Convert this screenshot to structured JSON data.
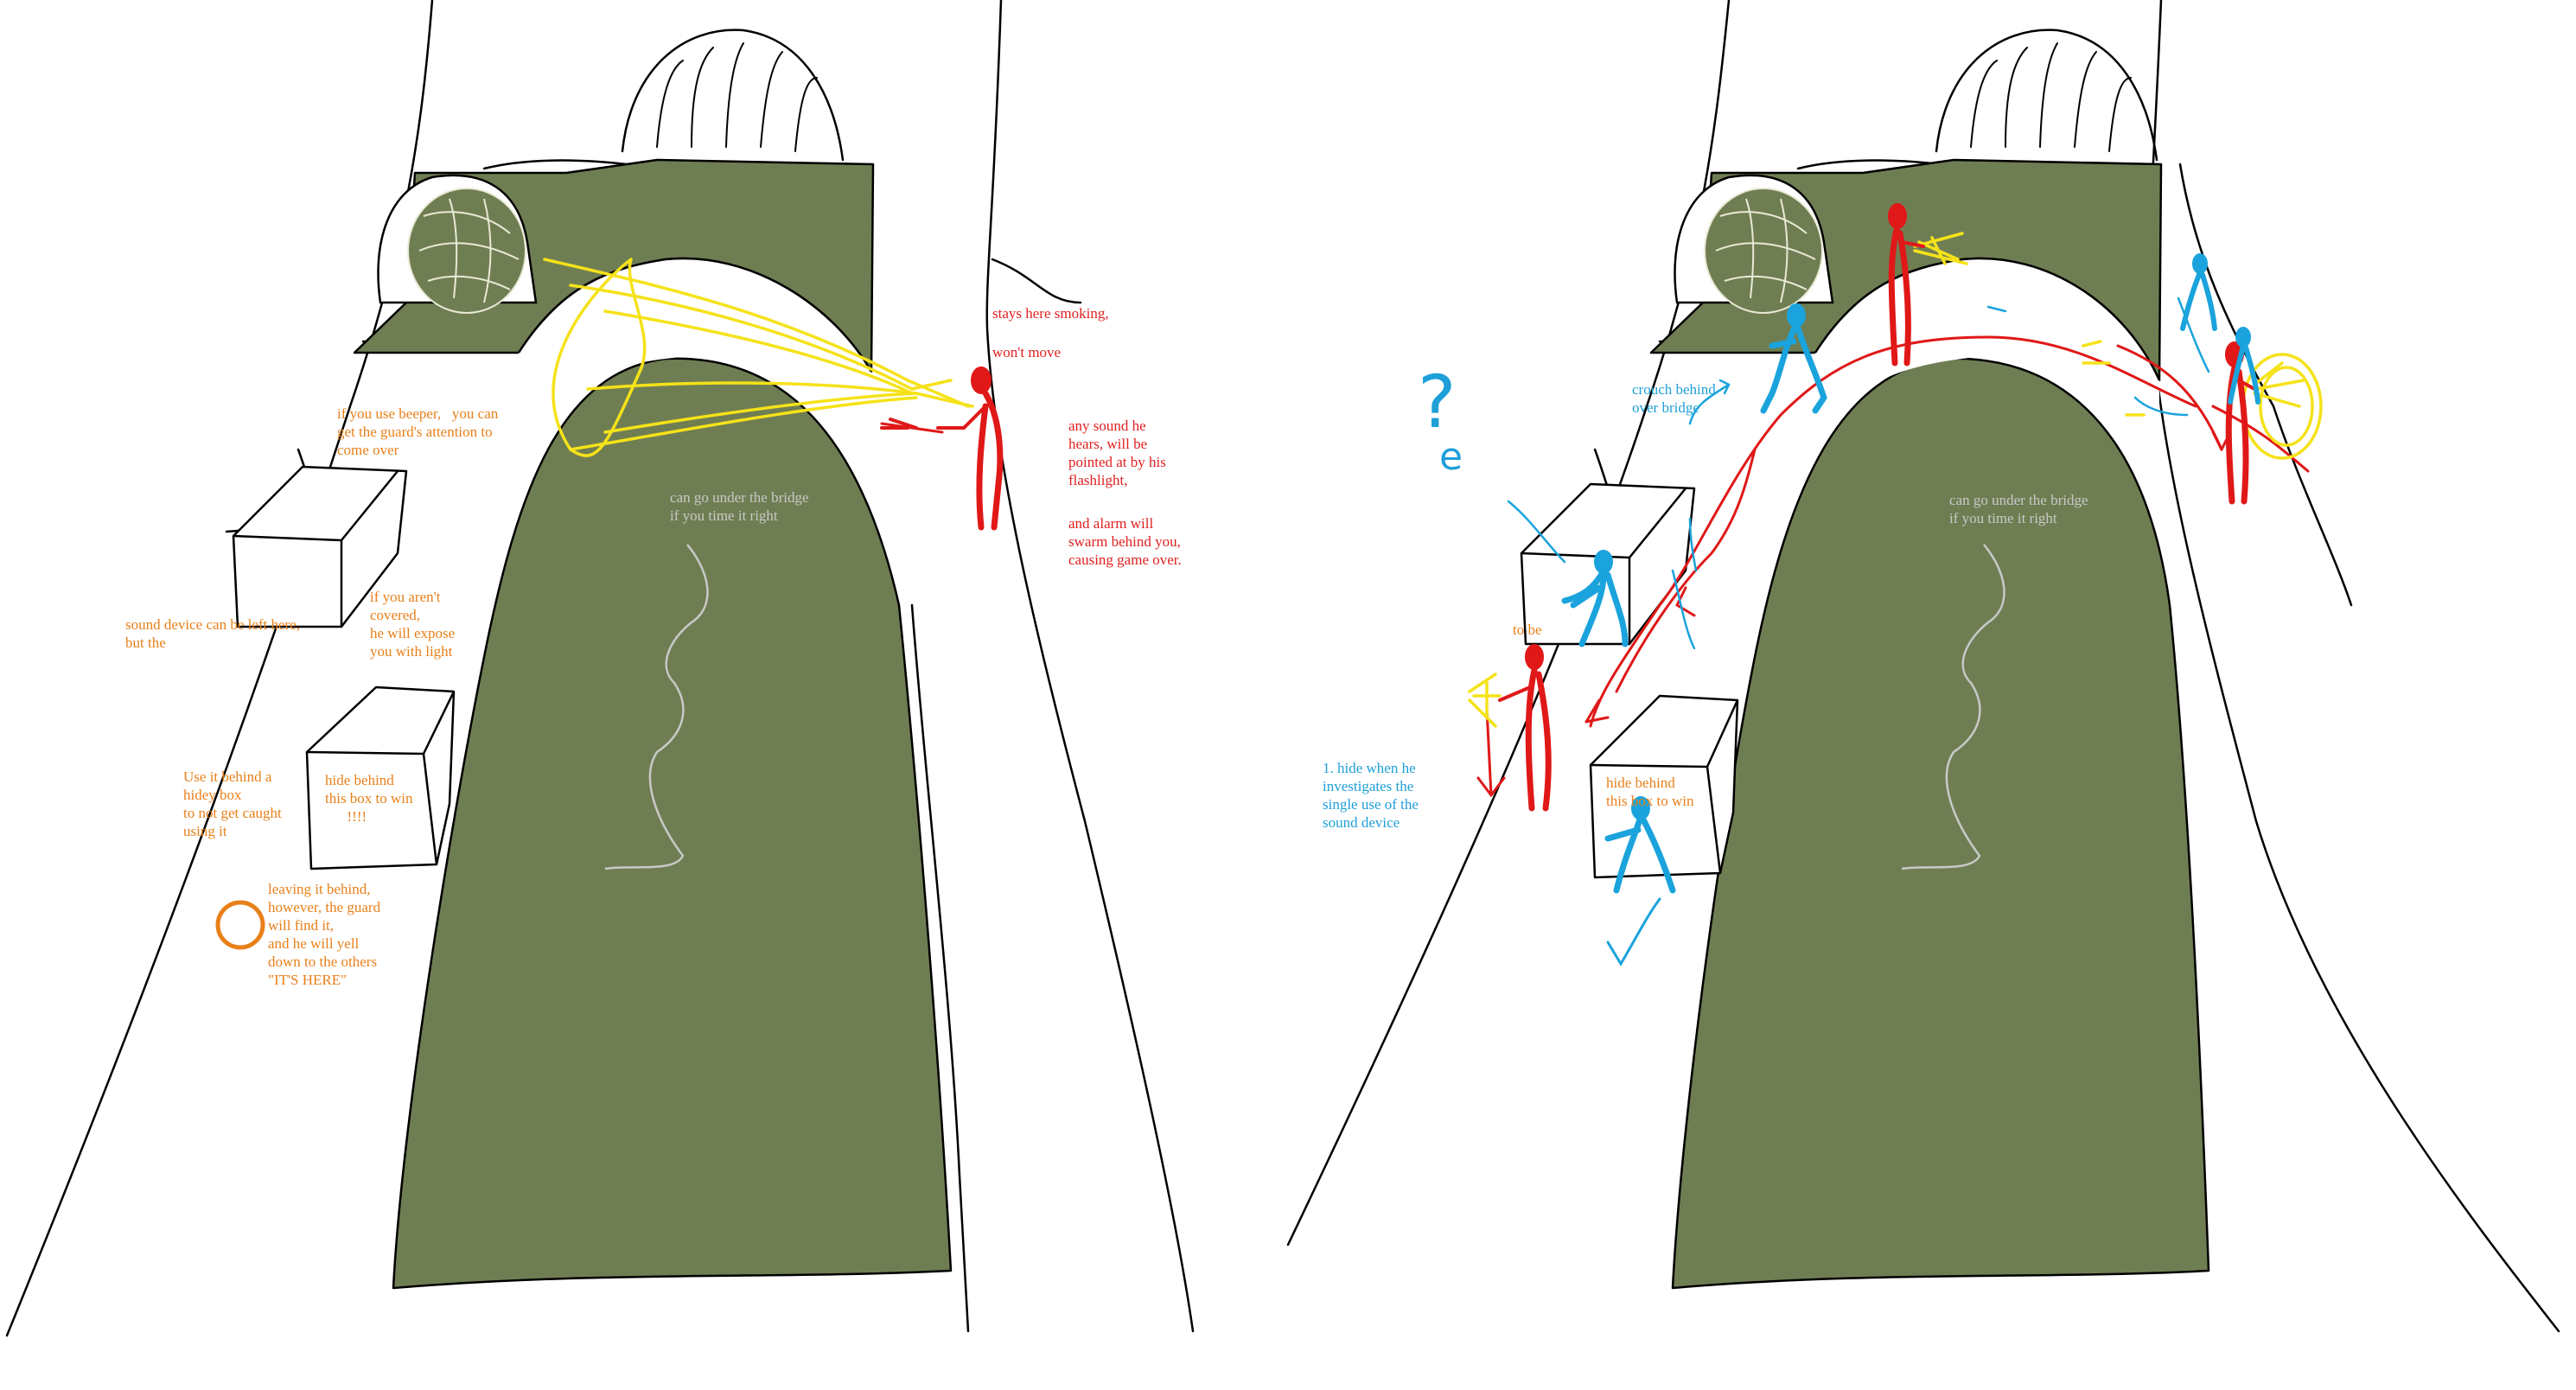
{
  "colors": {
    "background": "#ffffff",
    "ink": "#000000",
    "grass": "#6f7e52",
    "orange_note": "#e8801a",
    "red_note": "#e02020",
    "grey_note": "#c8c8c8",
    "blue_note": "#1e9fd8",
    "guard_red": "#e01818",
    "player_blue": "#1aa3dc",
    "flashlight_yellow": "#f5e21a"
  },
  "left_panel": {
    "guard_notes": {
      "line1": "stays here smoking,",
      "line2": "won't move",
      "line3": "any sound he\nhears, will be\npointed at by his\nflashlight,",
      "line4": "and alarm will\nswarm behind you,\ncausing game over."
    },
    "under_bridge": "can go under the bridge\nif you time it right",
    "beeper": "if you use beeper,   you can\nget the guard's attention to\ncome over",
    "sound_device": "sound device can be left here,\nbut the",
    "not_covered": "if you aren't\ncovered,\nhe will expose\nyou with light",
    "use_behind": "Use it behind a\nhidey box\nto not get caught\nusing it",
    "hide_box": "hide behind\nthis box to win\n      !!!!",
    "leaving": "leaving it behind,\nhowever, the guard\nwill find it,\nand he will yell\ndown to the others\n\"IT'S HERE\"",
    "sound_device_icon": "orange-circle-icon"
  },
  "right_panel": {
    "crouch": "crouch behind\nover bridge",
    "under_bridge": "can go under the bridge\nif you time it right",
    "hide_when": "1. hide when he\ninvestigates the\nsingle use of the\nsound device",
    "hide_box": "hide behind\nthis box to win",
    "partial_note": "to be",
    "question_mark": "?",
    "letter_e": "e",
    "check_mark_icon": "check-mark-icon"
  }
}
